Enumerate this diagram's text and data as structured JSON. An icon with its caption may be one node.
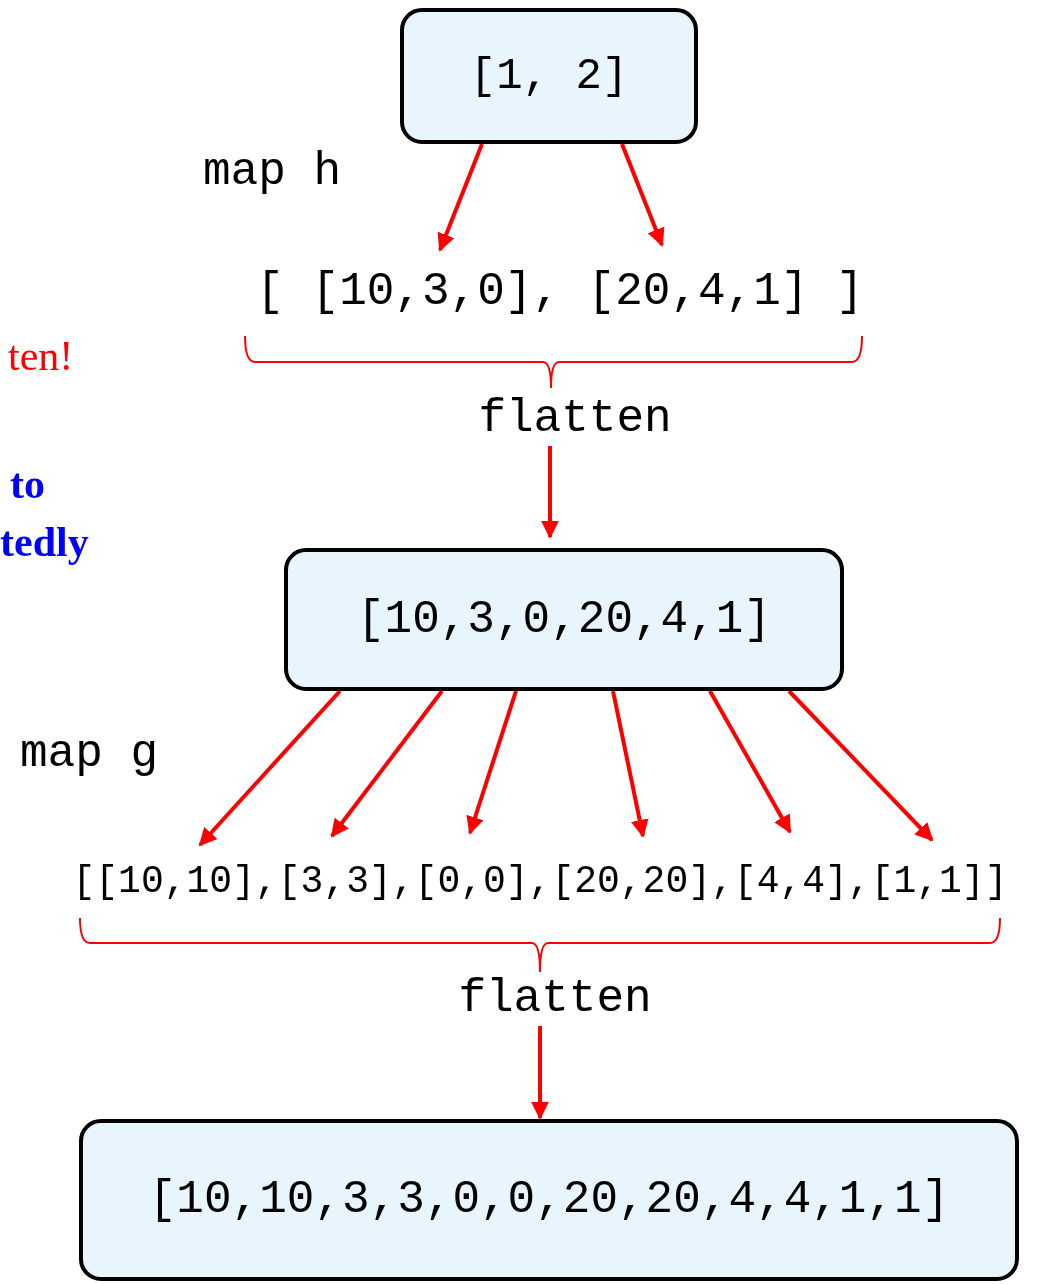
{
  "diagram": {
    "nodes": [
      {
        "text": [
          "[1, 2]"
        ]
      },
      {
        "text": [
          "[ [10,3,0], [20,4,1] ]"
        ]
      },
      {
        "text": [
          "flatten"
        ]
      },
      {
        "text": [
          "[10,3,0,20,4,1]"
        ]
      },
      {
        "text": [
          "[[10,10],[3,3],[0,0],[20,20],[4,4],[1,1]]"
        ]
      },
      {
        "text": [
          "flatten"
        ]
      },
      {
        "text": [
          "[10,10,3,3,0,0,20,20,4,4,1,1]"
        ]
      }
    ],
    "edges": [
      {
        "from": 0,
        "to": 1,
        "arrow": "to"
      },
      {
        "from": 0,
        "to": 1,
        "arrow": "to"
      },
      {
        "from": 2,
        "to": 3,
        "arrow": "to"
      },
      {
        "from": 3,
        "to": 4,
        "arrow": "to"
      },
      {
        "from": 3,
        "to": 4,
        "arrow": "to"
      },
      {
        "from": 3,
        "to": 4,
        "arrow": "to"
      },
      {
        "from": 3,
        "to": 4,
        "arrow": "to"
      },
      {
        "from": 3,
        "to": 4,
        "arrow": "to"
      },
      {
        "from": 3,
        "to": 4,
        "arrow": "to"
      },
      {
        "from": 5,
        "to": 6,
        "arrow": "to"
      }
    ],
    "labels": [
      "map h",
      "ten!",
      "to",
      "tedly",
      "map g"
    ]
  }
}
